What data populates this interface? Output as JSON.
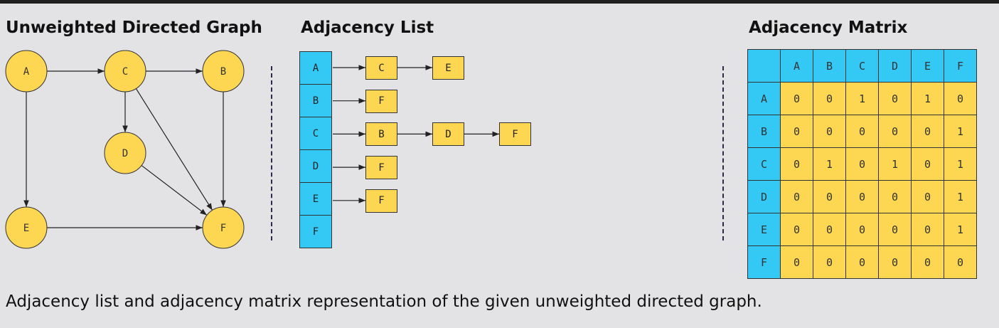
{
  "titles": {
    "graph": "Unweighted Directed Graph",
    "list": "Adjacency List",
    "matrix": "Adjacency Matrix"
  },
  "caption": "Adjacency list and adjacency matrix representation of the given unweighted directed graph.",
  "colors": {
    "node_fill": "#fdd751",
    "header_fill": "#34c9f5",
    "background": "#e3e3e5",
    "edge": "#222222"
  },
  "graph": {
    "nodes": [
      "A",
      "B",
      "C",
      "D",
      "E",
      "F"
    ],
    "edges": [
      [
        "A",
        "C"
      ],
      [
        "C",
        "B"
      ],
      [
        "A",
        "E"
      ],
      [
        "C",
        "D"
      ],
      [
        "C",
        "F"
      ],
      [
        "B",
        "F"
      ],
      [
        "D",
        "F"
      ],
      [
        "E",
        "F"
      ]
    ]
  },
  "adjacency_list": [
    {
      "vertex": "A",
      "neighbors": [
        "C",
        "E"
      ]
    },
    {
      "vertex": "B",
      "neighbors": [
        "F"
      ]
    },
    {
      "vertex": "C",
      "neighbors": [
        "B",
        "D",
        "F"
      ]
    },
    {
      "vertex": "D",
      "neighbors": [
        "F"
      ]
    },
    {
      "vertex": "E",
      "neighbors": [
        "F"
      ]
    },
    {
      "vertex": "F",
      "neighbors": []
    }
  ],
  "adjacency_matrix": {
    "labels": [
      "A",
      "B",
      "C",
      "D",
      "E",
      "F"
    ],
    "rows": [
      [
        "0",
        "0",
        "1",
        "0",
        "1",
        "0"
      ],
      [
        "0",
        "0",
        "0",
        "0",
        "0",
        "1"
      ],
      [
        "0",
        "1",
        "0",
        "1",
        "0",
        "1"
      ],
      [
        "0",
        "0",
        "0",
        "0",
        "0",
        "1"
      ],
      [
        "0",
        "0",
        "0",
        "0",
        "0",
        "1"
      ],
      [
        "0",
        "0",
        "0",
        "0",
        "0",
        "0"
      ]
    ]
  }
}
